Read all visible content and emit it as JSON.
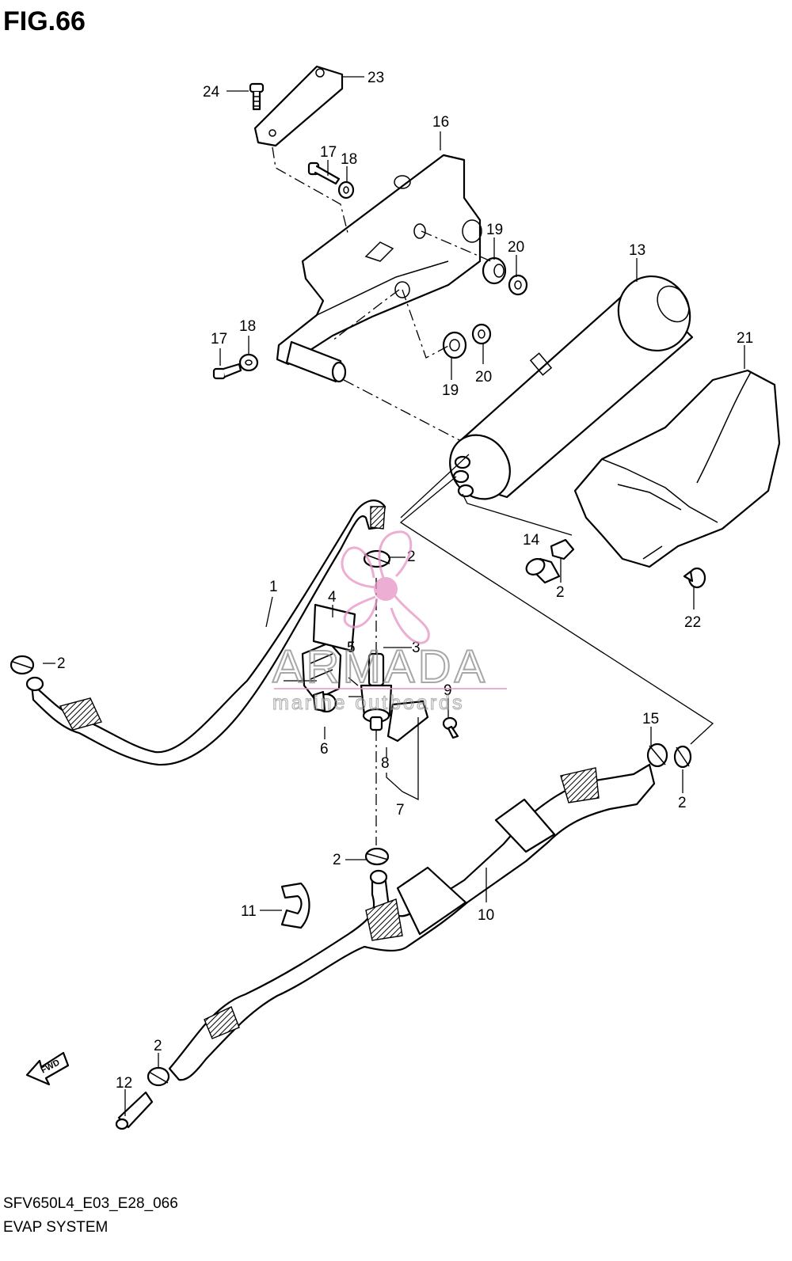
{
  "figure": {
    "title": "FIG.66",
    "model_code": "SFV650L4_E03_E28_066",
    "caption": "EVAP SYSTEM"
  },
  "watermark": {
    "brand": "ARMADA",
    "tagline": "marine outboards",
    "accent_color": "#e693c4"
  },
  "fwd_arrow": {
    "label": "FWD"
  },
  "callouts": [
    {
      "id": "c1",
      "label": "1"
    },
    {
      "id": "c2a",
      "label": "2"
    },
    {
      "id": "c2b",
      "label": "2"
    },
    {
      "id": "c2c",
      "label": "2"
    },
    {
      "id": "c2d",
      "label": "2"
    },
    {
      "id": "c2e",
      "label": "2"
    },
    {
      "id": "c2f",
      "label": "2"
    },
    {
      "id": "c3",
      "label": "3"
    },
    {
      "id": "c4",
      "label": "4"
    },
    {
      "id": "c5",
      "label": "5"
    },
    {
      "id": "c6",
      "label": "6"
    },
    {
      "id": "c7",
      "label": "7"
    },
    {
      "id": "c8",
      "label": "8"
    },
    {
      "id": "c9",
      "label": "9"
    },
    {
      "id": "c10",
      "label": "10"
    },
    {
      "id": "c11",
      "label": "11"
    },
    {
      "id": "c12",
      "label": "12"
    },
    {
      "id": "c13",
      "label": "13"
    },
    {
      "id": "c14",
      "label": "14"
    },
    {
      "id": "c15",
      "label": "15"
    },
    {
      "id": "c16",
      "label": "16"
    },
    {
      "id": "c17a",
      "label": "17"
    },
    {
      "id": "c17b",
      "label": "17"
    },
    {
      "id": "c18a",
      "label": "18"
    },
    {
      "id": "c18b",
      "label": "18"
    },
    {
      "id": "c19a",
      "label": "19"
    },
    {
      "id": "c19b",
      "label": "19"
    },
    {
      "id": "c20a",
      "label": "20"
    },
    {
      "id": "c20b",
      "label": "20"
    },
    {
      "id": "c21",
      "label": "21"
    },
    {
      "id": "c22",
      "label": "22"
    },
    {
      "id": "c23",
      "label": "23"
    },
    {
      "id": "c24",
      "label": "24"
    }
  ]
}
